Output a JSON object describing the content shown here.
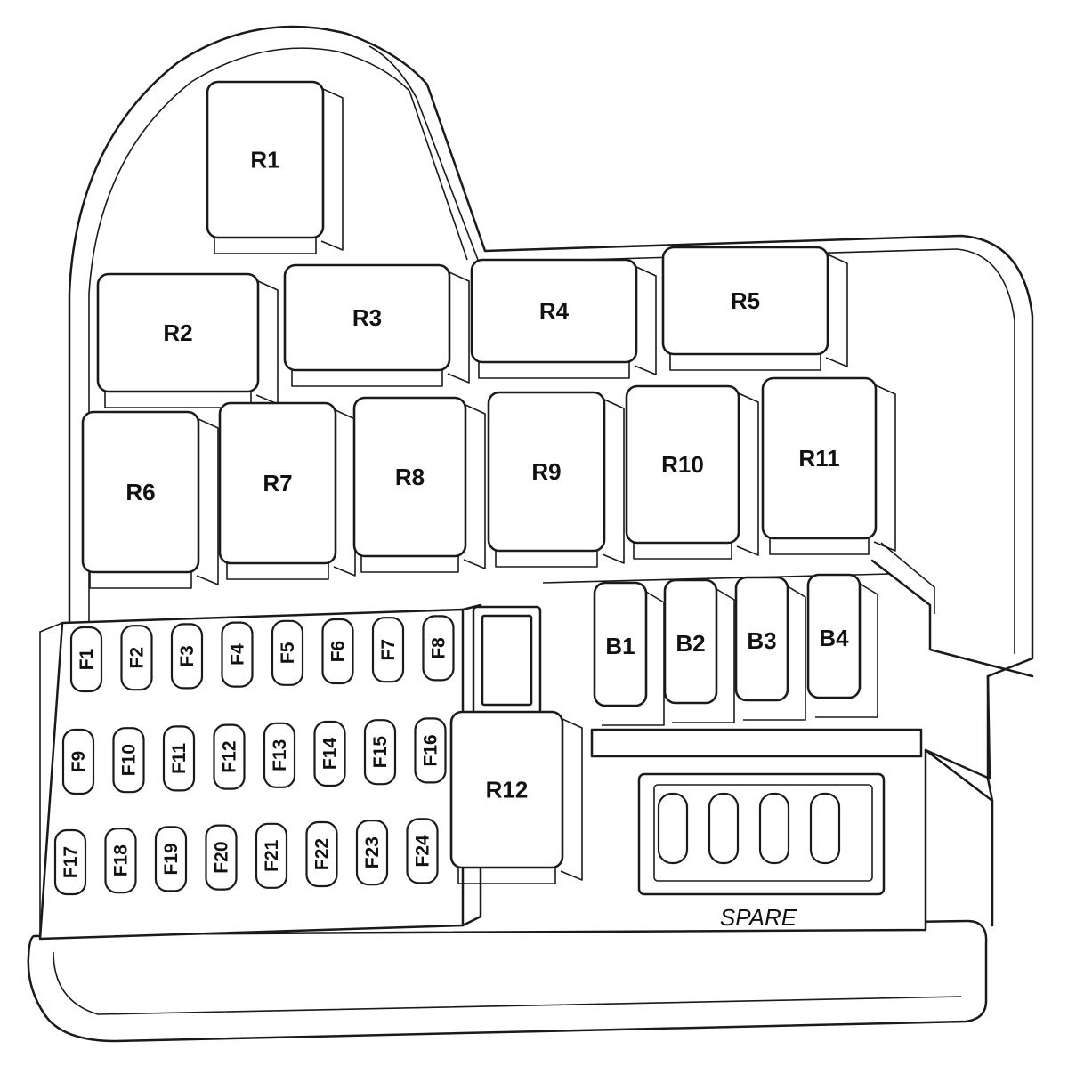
{
  "relays": [
    {
      "id": "r1",
      "label": "R1"
    },
    {
      "id": "r2",
      "label": "R2"
    },
    {
      "id": "r3",
      "label": "R3"
    },
    {
      "id": "r4",
      "label": "R4"
    },
    {
      "id": "r5",
      "label": "R5"
    },
    {
      "id": "r6",
      "label": "R6"
    },
    {
      "id": "r7",
      "label": "R7"
    },
    {
      "id": "r8",
      "label": "R8"
    },
    {
      "id": "r9",
      "label": "R9"
    },
    {
      "id": "r10",
      "label": "R10"
    },
    {
      "id": "r11",
      "label": "R11"
    },
    {
      "id": "r12",
      "label": "R12"
    }
  ],
  "fuses": [
    {
      "label": "F1"
    },
    {
      "label": "F2"
    },
    {
      "label": "F3"
    },
    {
      "label": "F4"
    },
    {
      "label": "F5"
    },
    {
      "label": "F6"
    },
    {
      "label": "F7"
    },
    {
      "label": "F8"
    },
    {
      "label": "F9"
    },
    {
      "label": "F10"
    },
    {
      "label": "F11"
    },
    {
      "label": "F12"
    },
    {
      "label": "F13"
    },
    {
      "label": "F14"
    },
    {
      "label": "F15"
    },
    {
      "label": "F16"
    },
    {
      "label": "F17"
    },
    {
      "label": "F18"
    },
    {
      "label": "F19"
    },
    {
      "label": "F20"
    },
    {
      "label": "F21"
    },
    {
      "label": "F22"
    },
    {
      "label": "F23"
    },
    {
      "label": "F24"
    }
  ],
  "breakers": [
    {
      "label": "B1"
    },
    {
      "label": "B2"
    },
    {
      "label": "B3"
    },
    {
      "label": "B4"
    }
  ],
  "spare": {
    "label": "SPARE",
    "slot_count": 4
  }
}
